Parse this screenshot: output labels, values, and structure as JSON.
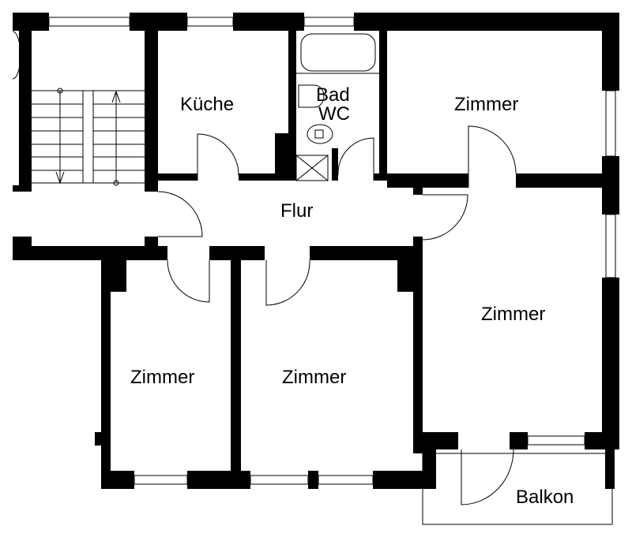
{
  "plan": {
    "rooms": {
      "kitchen": "Küche",
      "bath": "Bad",
      "wc": "WC",
      "hall": "Flur",
      "room_top_right": "Zimmer",
      "room_right": "Zimmer",
      "room_left": "Zimmer",
      "room_middle": "Zimmer",
      "balcony": "Balkon"
    }
  }
}
